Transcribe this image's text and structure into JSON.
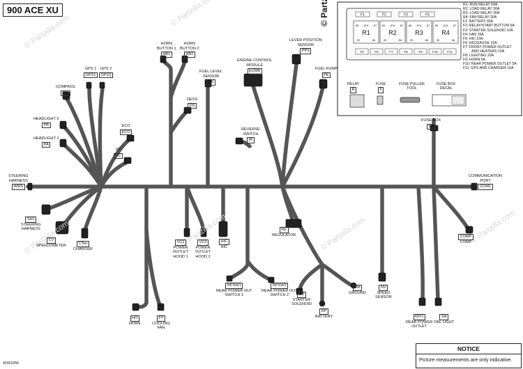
{
  "title": "900 ACE XU",
  "part_number": "41M1056",
  "watermark": "© Partzilla.com",
  "watermark_brand": "© Partzilla",
  "notice": {
    "heading": "NOTICE",
    "text": "Picture measurements are only indicative."
  },
  "legend": [
    "R1: RUN RELAY 50A",
    "R2: LOAD RELAY 30A",
    "R3: LOAD RELAY 30A",
    "R4: FAN RELAY 30A",
    "F1: BATTERY 30A",
    "F2: RELAY/START BUTTON 5A",
    "F3: STARTER SOLENOID 10A",
    "F4: FAN 15A",
    "F5: HIC 10A",
    "F6: HIC/GAUGE 10A",
    "F7: FRONT POWER OUTLET",
    "AND HEATERS 10A",
    "F8: LIGHTING 20A",
    "F9: HORN 5A",
    "F10: REAR POWER OUTLET 5A",
    "F11: GPS AND CHARGER 10A"
  ],
  "fusebox": {
    "relays": [
      "R1",
      "R2",
      "R3",
      "R4"
    ],
    "pins": [
      "85",
      "87A",
      "87",
      "30",
      "86"
    ],
    "fuses": [
      "F1",
      "F2",
      "F3",
      "F4",
      "F5",
      "F6",
      "F7",
      "F8",
      "F9",
      "F10",
      "F11"
    ]
  },
  "inset": {
    "relay": {
      "label": "RELAY",
      "code": "R"
    },
    "fuse": {
      "label": "FUSE",
      "code": "F"
    },
    "puller": {
      "label": "FUSE PULLER\nTOOL"
    },
    "decal": {
      "label": "FUSE BOX\nDECAL"
    }
  },
  "components": {
    "gps1": {
      "label": "GPS 1",
      "code": "GPS1"
    },
    "gps2": {
      "label": "GPS 2",
      "code": "GPS2"
    },
    "horn_button1": {
      "label": "HORN\nBUTTON 1",
      "code": "HB1"
    },
    "horn_button2": {
      "label": "HORN\nBUTTON 2",
      "code": "HB2"
    },
    "fuel_level": {
      "label": "FUEL LEVEL\nSENSOR",
      "code": "NS"
    },
    "ecm": {
      "label": "ENGINE CONTROL\nMODULE",
      "code": "ECMB"
    },
    "lever_position": {
      "label": "LEVER POSITION\nSENSOR",
      "code": "PPS"
    },
    "fuel_pump": {
      "label": "FUEL PUMP",
      "code": "PE"
    },
    "compass": {
      "label": "COMPASS",
      "code": "CM"
    },
    "headlight2": {
      "label": "HEADLIGHT 2",
      "code": "PB"
    },
    "headlight1": {
      "label": "HEADLIGHT 1",
      "code": "PA"
    },
    "dess": {
      "label": "DESS",
      "code": "DS"
    },
    "eco": {
      "label": "ECO",
      "code": "ECO"
    },
    "reverse_switch": {
      "label": "REVERSE\nSWITCH",
      "code": "IR"
    },
    "vc": {
      "label": "VC",
      "code": "VC"
    },
    "fuse_box": {
      "label": "FUSE BOX",
      "code": "PF"
    },
    "steering_harness_wm": {
      "label": "STEERING\nHARNESS",
      "code": "WMS"
    },
    "communication_port": {
      "label": "COMMUNICATION\nPORT",
      "code": "COM1"
    },
    "steering_harness_sh": {
      "label": "STEERING\nHARNESS",
      "code": "SH1"
    },
    "speedometer": {
      "label": "SPEEDOMETER",
      "code": "CV"
    },
    "charger": {
      "label": "CHARGER",
      "code": "CTen"
    },
    "outlet_hood1": {
      "label": "POWER\nOUTLET\nHOOD 1",
      "code": "VC1"
    },
    "outlet_hood2": {
      "label": "POWER\nOUTLET\nHOOD 2",
      "code": "VC2"
    },
    "hic": {
      "label": "HIC",
      "code": "HIC"
    },
    "regulator": {
      "label": "REGULATOR",
      "code": "RE"
    },
    "comp": {
      "label": "COMP",
      "code": "COMP"
    },
    "rear_switch1": {
      "label": "REAR POWER OUT\nSWITCH 1",
      "code": "RPSW1"
    },
    "rear_switch2": {
      "label": "REAR POWER OUT\nSWITCH 2",
      "code": "RPSW2"
    },
    "starter_solenoid": {
      "label": "STARTER\nSOLENOID",
      "code": "SO"
    },
    "ground": {
      "label": "GROUND",
      "code": "BM"
    },
    "battery": {
      "label": "BATTERY",
      "code": "BP"
    },
    "speed_sensor": {
      "label": "SPEED\nSENSOR",
      "code": "NV"
    },
    "horn": {
      "label": "HORN",
      "code": "HO"
    },
    "cooling_fan": {
      "label": "COOLING\nFAN",
      "code": "FT"
    },
    "rear_outlet": {
      "label": "REAR POWER\nOUTLET",
      "code": "RPO"
    },
    "tail_light": {
      "label": "TAIL LIGHT",
      "code": "SA"
    }
  }
}
